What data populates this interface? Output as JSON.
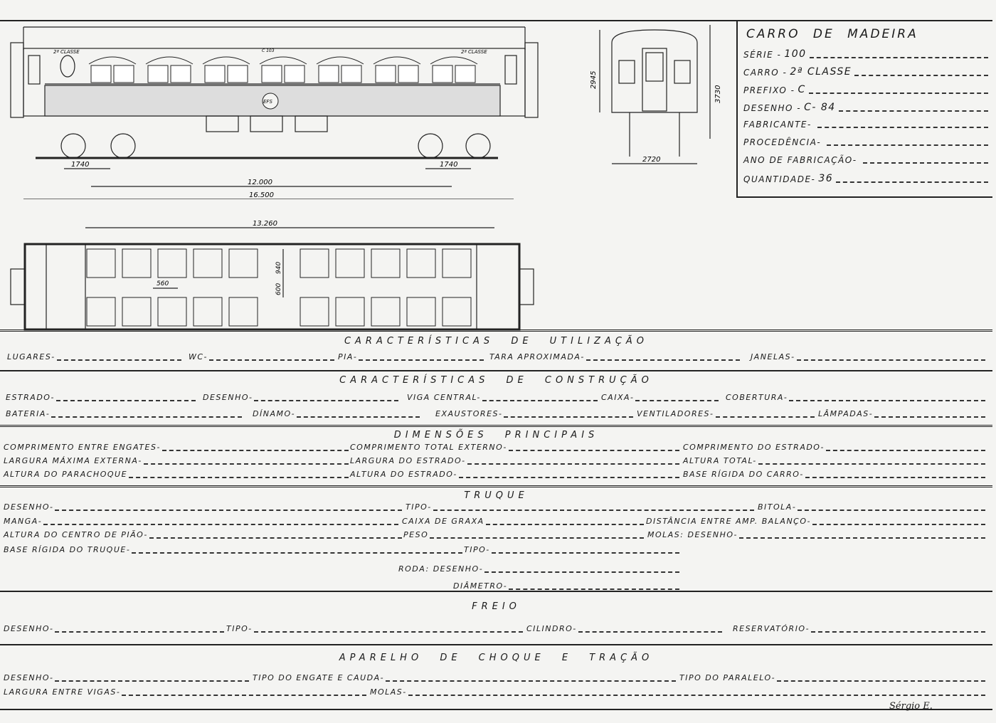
{
  "title_block": {
    "title": "CARRO DE MADEIRA",
    "rows": [
      {
        "label": "SÉRIE -",
        "value": "100"
      },
      {
        "label": "CARRO -",
        "value": "2ª CLASSE"
      },
      {
        "label": "PREFIXO -",
        "value": "C"
      },
      {
        "label": "DESENHO -",
        "value": "C- 84"
      },
      {
        "label": "FABRICANTE-",
        "value": ""
      },
      {
        "label": "PROCEDÊNCIA-",
        "value": ""
      },
      {
        "label": "ANO DE FABRICAÇÃO-",
        "value": ""
      },
      {
        "label": "QUANTIDADE-",
        "value": "36"
      }
    ]
  },
  "side_view": {
    "class_left": "2ª CLASSE",
    "class_right": "2ª CLASSE",
    "car_number": "C 103",
    "emblem": "EFS",
    "dims": {
      "bogie_left": "1740",
      "bogie_right": "1740",
      "centers": "12.000",
      "body": "16.500"
    }
  },
  "end_view": {
    "dims": {
      "body_height": "2945",
      "total_height": "3730",
      "width": "2720"
    }
  },
  "plan_view": {
    "dims": {
      "length": "13.260",
      "seat_pitch": "560",
      "seat_width": "940",
      "aisle": "600"
    }
  },
  "sections": {
    "utilizacao": {
      "heading": "CARACTERÍSTICAS DE UTILIZAÇÃO",
      "fields": [
        "LUGARES-",
        "WC-",
        "PIA-",
        "TARA APROXIMADA-",
        "JANELAS-"
      ]
    },
    "construcao": {
      "heading": "CARACTERÍSTICAS DE CONSTRUÇÃO",
      "fields": [
        "ESTRADO-",
        "DESENHO-",
        "VIGA CENTRAL-",
        "CAIXA-",
        "COBERTURA-",
        "BATERIA-",
        "DÍNAMO-",
        "EXAUSTORES-",
        "VENTILADORES-",
        "LÂMPADAS-"
      ]
    },
    "dimensoes": {
      "heading": "DIMENSÕES PRINCIPAIS",
      "fields": [
        "COMPRIMENTO ENTRE ENGATES-",
        "COMPRIMENTO TOTAL EXTERNO-",
        "COMPRIMENTO DO ESTRADO-",
        "LARGURA MÁXIMA EXTERNA-",
        "LARGURA DO ESTRADO-",
        "ALTURA TOTAL-",
        "ALTURA DO PARACHOQUE",
        "ALTURA DO ESTRADO-",
        "BASE RÍGIDA DO CARRO-"
      ]
    },
    "truque": {
      "heading": "TRUQUE",
      "fields": [
        "DESENHO-",
        "TIPO-",
        "BITOLA-",
        "MANGA-",
        "CAIXA DE GRAXA",
        "DISTÂNCIA ENTRE AMP. BALANÇO-",
        "ALTURA DO CENTRO DE PIÃO-",
        "PESO",
        "MOLAS: DESENHO-",
        "BASE RÍGIDA DO TRUQUE-",
        "TIPO-",
        "RODA: DESENHO-",
        "DIÂMETRO-"
      ]
    },
    "freio": {
      "heading": "FREIO",
      "fields": [
        "DESENHO-",
        "TIPO-",
        "CILINDRO-",
        "RESERVATÓRIO-"
      ]
    },
    "aparelho": {
      "heading": "APARELHO DE CHOQUE E TRAÇÃO",
      "fields": [
        "DESENHO-",
        "TIPO DO ENGATE E CAUDA-",
        "TIPO DO PARALELO-",
        "LARGURA ENTRE VIGAS-",
        "MOLAS-"
      ]
    }
  },
  "signature": "Sérgio E."
}
